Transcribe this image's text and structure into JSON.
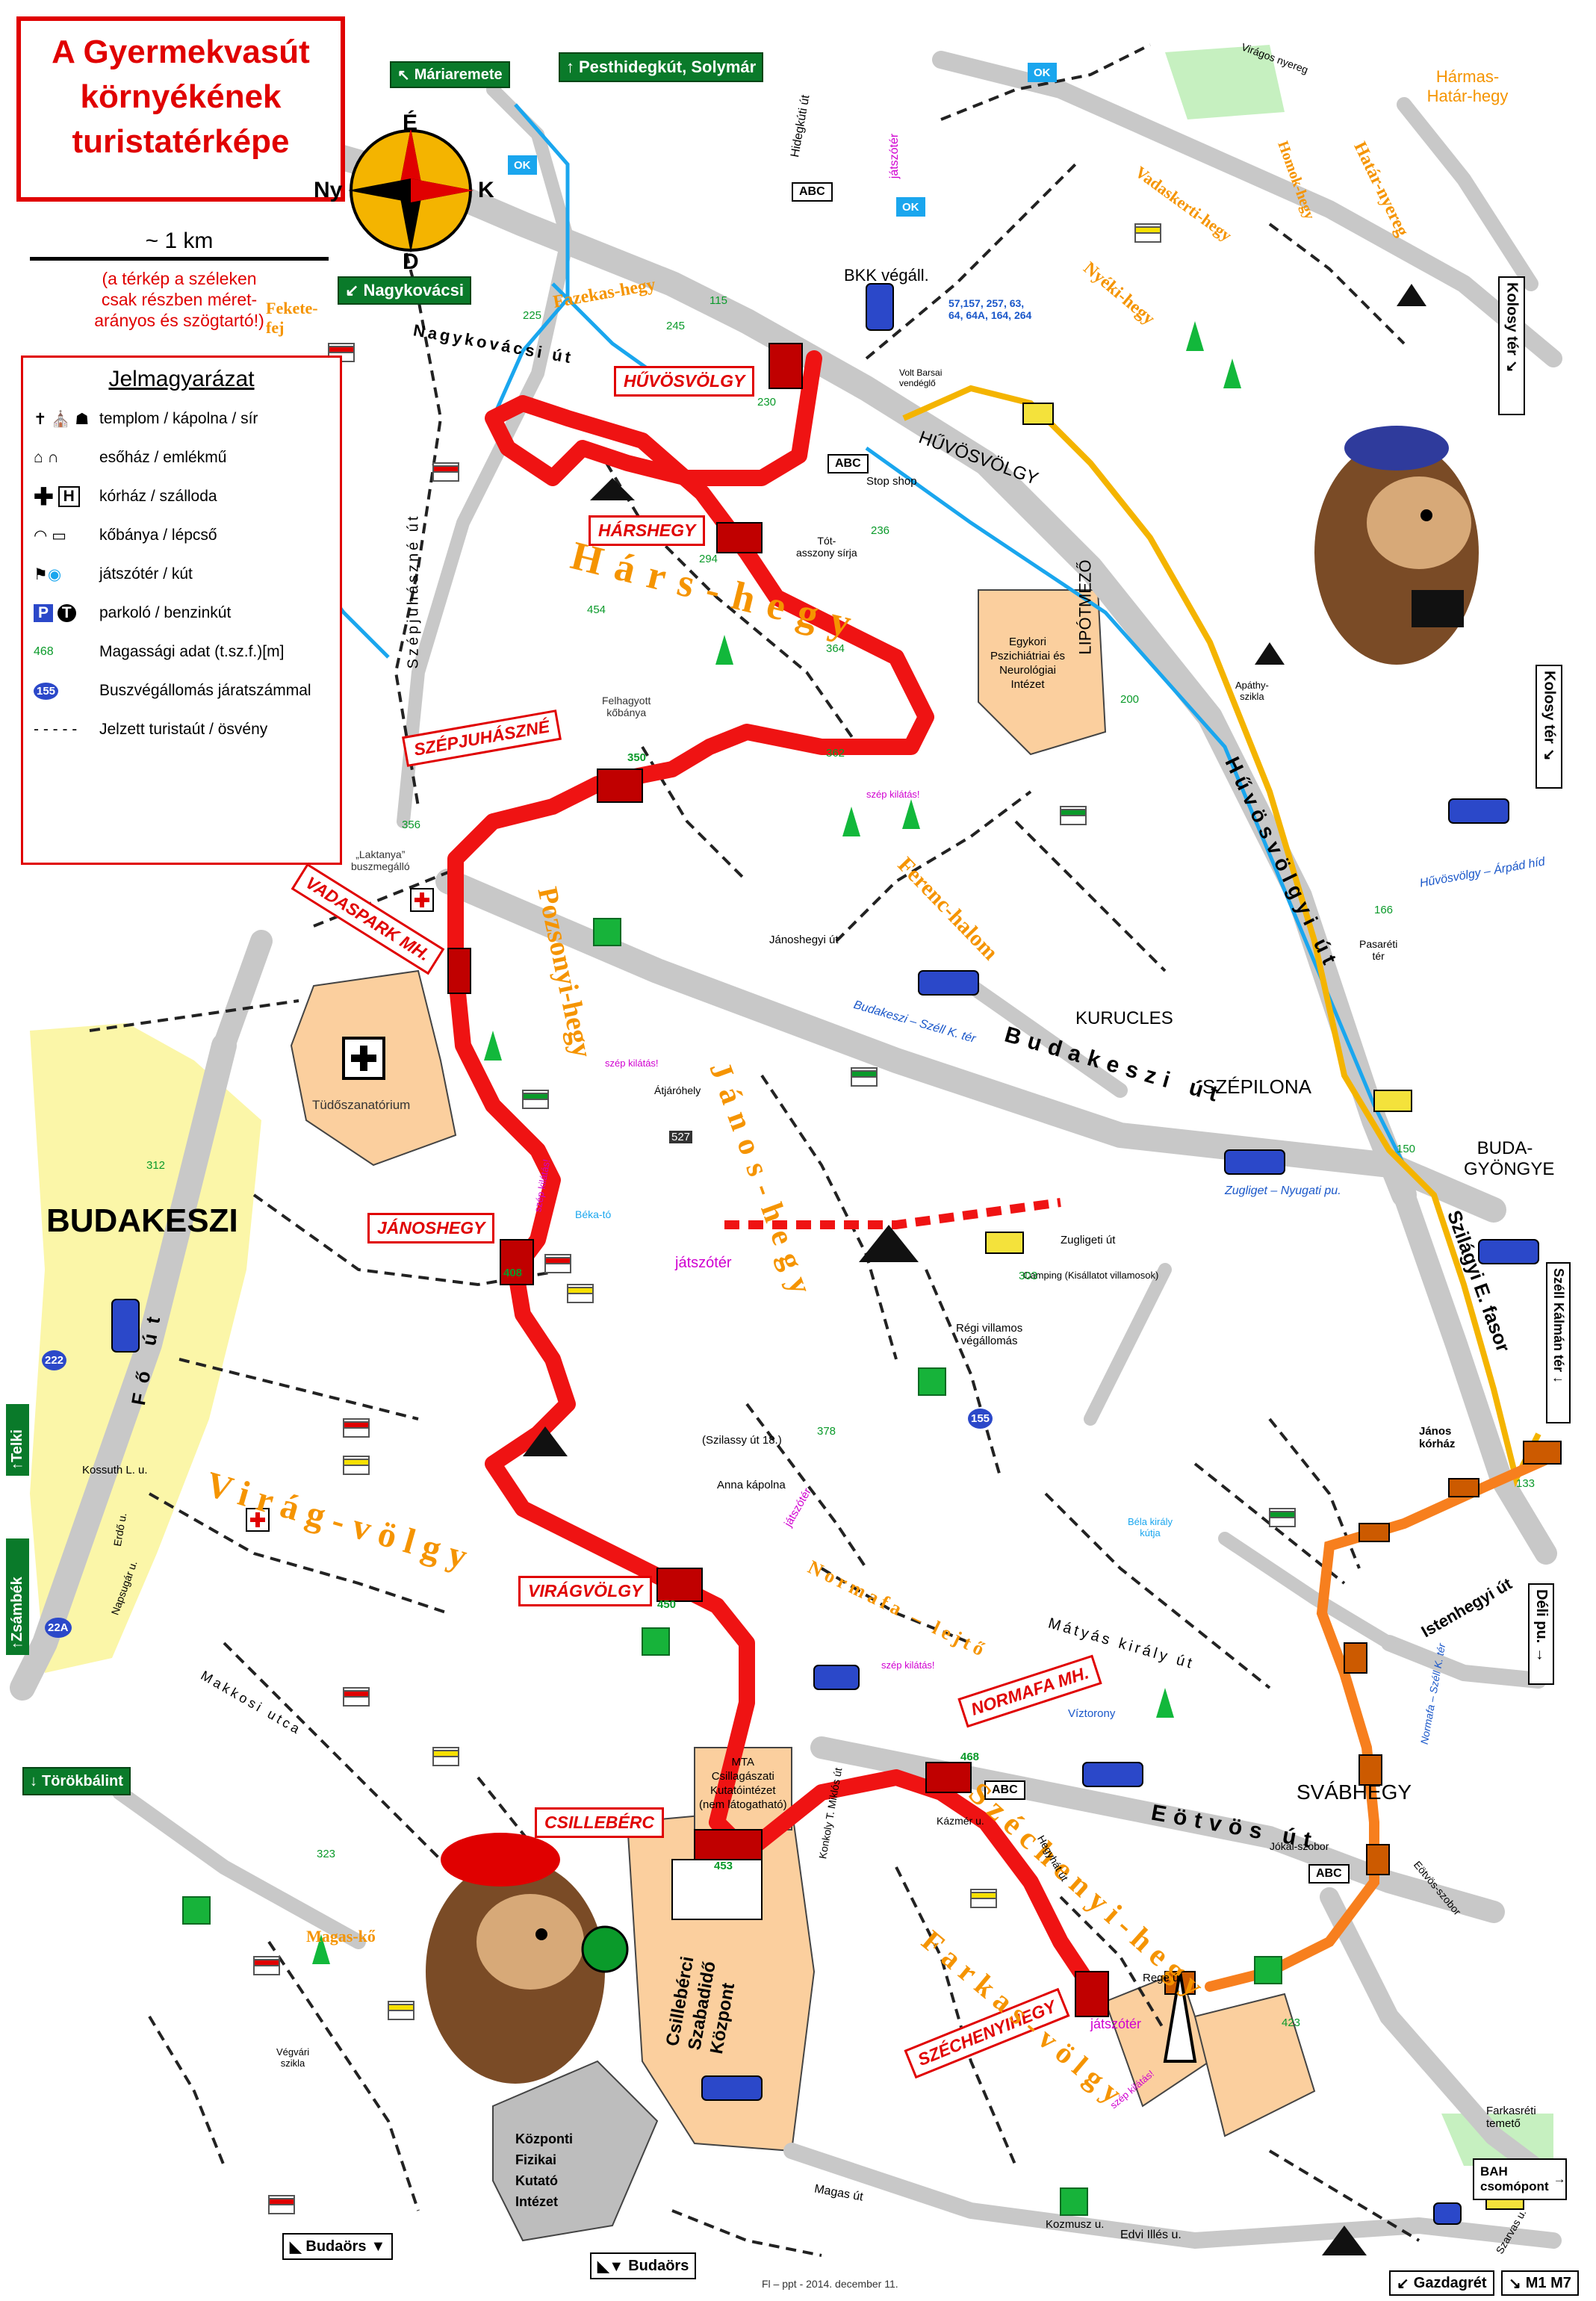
{
  "title": [
    "A Gyermekvasút",
    "környékének",
    "turistatérképe"
  ],
  "scale": {
    "label": "~ 1 km",
    "note": [
      "(a térkép a széleken",
      "csak részben méret-",
      "arányos és szögtartó!)"
    ]
  },
  "compass": {
    "n": "É",
    "s": "D",
    "w": "Ny",
    "e": "K"
  },
  "legend": {
    "title": "Jelmagyarázat",
    "items": [
      {
        "icon": "church-cross-grave-icon",
        "label": "templom / kápolna / sír"
      },
      {
        "icon": "shelter-memorial-icon",
        "label": "esőház / emlékmű"
      },
      {
        "icon": "hospital-hotel-icon",
        "label": "kórház / szálloda",
        "H": "H"
      },
      {
        "icon": "quarry-stairs-icon",
        "label": "kőbánya / lépcső"
      },
      {
        "icon": "playground-well-icon",
        "label": "játszótér / kút"
      },
      {
        "icon": "parking-gas-icon",
        "label": "parkoló / benzinkút",
        "P": "P",
        "T": "T"
      },
      {
        "icon": "elevation-icon",
        "label": "Magassági adat (t.sz.f.)[m]",
        "sample": "468"
      },
      {
        "icon": "bus-terminal-icon",
        "label": "Buszvégállomás járatszámmal",
        "sample": "155"
      },
      {
        "icon": "trail-icon",
        "label": "Jelzett turistaút / ösvény"
      }
    ]
  },
  "signs": {
    "mariaremete": "Máriaremete",
    "pesthidegkut": "Pesthidegkút, Solymár",
    "nagykovacsi": "Nagykovácsi",
    "kolosy1": "Kolosy tér",
    "kolosy2": "Kolosy tér",
    "szell": "Széll Kálmán tér",
    "deli": "Déli pu.",
    "telki": "Telki",
    "zsambek": "Zsámbék",
    "torokbalint": "Törökbálint",
    "budaors1": "Budaörs",
    "budaors2": "Budaörs",
    "gazdagret": "Gazdagrét",
    "m1m7": "M1 M7",
    "bah": "BAH csomópont",
    "farkasreti": "Farkasréti temető",
    "abc": "ABC",
    "ok": "OK"
  },
  "stations": {
    "huvosvolgy": "HŰVÖSVÖLGY",
    "harshegy": "HÁRSHEGY",
    "szepjuhaszne": "SZÉPJUHÁSZNÉ",
    "vadaspark": "VADASPARK MH.",
    "janoshegy": "JÁNOSHEGY",
    "viragvolgy": "VIRÁGVÖLGY",
    "csillebérc": "CSILLEBÉRC",
    "normafa": "NORMAFA MH.",
    "szechenyihegy": "SZÉCHENYIHEGY"
  },
  "hills": {
    "hars": "Hárs-hegy",
    "janos": "János-hegy",
    "pozsonyi": "Pozsonyi-hegy",
    "virag": "Virág-völgy",
    "szechenyi": "Széchenyi-hegy",
    "farkas": "Farkas-völgy",
    "normafa": "Normafa – lejtő",
    "fazekas": "Fazekas-hegy",
    "fekete": "Fekete-fej",
    "ferenc": "Ferenc-halom",
    "nyeki": "Nyéki-hegy",
    "vadaskerti": "Vadaskerti-hegy",
    "haromhatar": "Hármas-Határ-hegy",
    "hatar": "Határ-nyereg",
    "homok": "Homok-hegy",
    "magas": "Magas-kő"
  },
  "places": {
    "budakeszi": "BUDAKESZI",
    "kurucles": "KURUCLES",
    "szepilona": "SZÉPILONA",
    "budagyongye": "BUDA-GYÖNGYE",
    "svabhegy": "SVÁBHEGY",
    "huvosvolgy_area": "HŰVÖSVÖLGY",
    "lipotmezo": "LIPÓTMEZŐ",
    "bkk": "BKK végáll.",
    "tudoszanatorium": "Tüdőszanatórium",
    "kfki": [
      "Központi",
      "Fizikai",
      "Kutató",
      "Intézet"
    ],
    "szabadido": [
      "Csillebérci",
      "Szabadidő",
      "Központ"
    ],
    "mta": [
      "MTA",
      "Csillagászati",
      "Kutatóintézet",
      "(nem látogatható)"
    ],
    "pszich": [
      "Egykori",
      "Pszichiátriai és",
      "Neurológiai",
      "Intézet"
    ],
    "janos_korhaz": [
      "János",
      "kórház"
    ],
    "camping": "Camping (Kisállatot villamosok)",
    "regi_villamos": [
      "Régi villamos",
      "végállomás"
    ],
    "felhagyott": [
      "Felhagyott",
      "kőbánya"
    ],
    "laktanya": [
      "„Laktanya”",
      "buszmegálló"
    ],
    "totasszony": [
      "Tót-",
      "asszony sírja"
    ],
    "apathy": [
      "Apáthy-",
      "szikla"
    ],
    "vegvari": [
      "Végvári",
      "szikla"
    ],
    "stop_shop": "Stop shop",
    "volt_barsai": [
      "Volt Barsai",
      "vendéglő"
    ],
    "bela_kiraly_kutja": [
      "Béla király",
      "kútja"
    ],
    "viztorony": "Víztorony",
    "anna": "Anna kápolna",
    "szilassy": "(Szilassy út 18.)",
    "bela_to": "Béka-tó",
    "atjaro": "Átjáróhely",
    "pasareti": [
      "Pasaréti",
      "tér"
    ]
  },
  "roads": {
    "budakeszi_ut": "Budakeszi út",
    "eotvos_ut": "Eötvös út",
    "szilagyi": "Szilágyi E. fasor",
    "huvosvolgyi_ut": "Hűvösvölgyi út",
    "nagykovacsi_ut": "Nagykovácsi út",
    "szepjuhaszne_ut": "Szépjuhászné út",
    "mathyas_kiraly": "Mátyás király út",
    "istenhegyi": "Istenhegyi út",
    "fo_ut": "Fő út",
    "makkosi": "Makkosi utca",
    "magyas_ut": "Magas út",
    "edvi": "Edvi Illés u.",
    "konkoly": "Konkoly T. Miklós út",
    "kossuth": "Kossuth L. u.",
    "hidegkuti": "Hidegkúti út",
    "janoshegyi": "Jánoshegyi út",
    "zugliget": "Zugligeti út",
    "jokai": "Jókai-szobor",
    "eotvos_szobor": "Eötvös-szobor",
    "erdo_u": "Erdő u.",
    "napsugar": "Napsugár u.",
    "kazmer": "Kázmér u.",
    "hegyhat": "Hegyhát út",
    "rege": "Rege út",
    "szarvas": "Szarvas u.",
    "viragos": "Virágos nyereg",
    "kozmusz": "Kozmusz u."
  },
  "bus_lines": {
    "bkk": "57,157, 257, 63, 64, 64A, 164, 264",
    "budakeszi_szell": "Budakeszi – Széll K. tér",
    "zugliget_nyugati": "Zugliget – Nyugati pu.",
    "huvosvolgy_arpad": "Hűvösvölgy – Árpád híd",
    "normafa_szell": "Normafa – Széll K. tér"
  },
  "elevations": [
    "350",
    "454",
    "468",
    "453",
    "408",
    "450",
    "527",
    "378",
    "423",
    "356",
    "312",
    "230",
    "323",
    "225",
    "245",
    "115",
    "200",
    "166",
    "150",
    "236",
    "294",
    "303",
    "364",
    "362",
    "133"
  ],
  "bus_numbers": [
    "155",
    "222",
    "22A"
  ],
  "playground": "játszótér",
  "viewpoint": "szép kilátás!",
  "footer": "Fl – ppt - 2014. december 11."
}
